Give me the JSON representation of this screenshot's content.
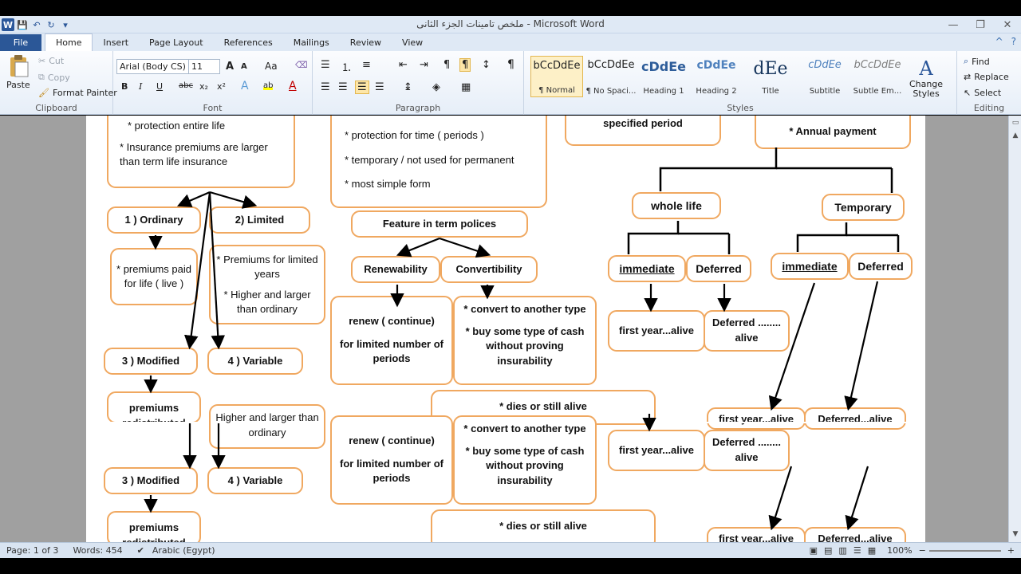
{
  "window": {
    "title": "ملخص تامينات الجزء الثانى - Microsoft Word",
    "controls": {
      "minimize": "—",
      "restore": "❐",
      "close": "✕"
    }
  },
  "quick_access": {
    "logo": "W",
    "save_icon": "💾",
    "undo_icon": "↶",
    "redo_icon": "↻",
    "customize_icon": "▾"
  },
  "tabs": [
    "File",
    "Home",
    "Insert",
    "Page Layout",
    "References",
    "Mailings",
    "Review",
    "View"
  ],
  "tab_right": {
    "caret": "^",
    "help": "?"
  },
  "ribbon": {
    "clipboard": {
      "paste": "Paste",
      "cut": "Cut",
      "copy": "Copy",
      "format_painter": "Format Painter",
      "label": "Clipboard"
    },
    "font": {
      "name": "Arial (Body CS)",
      "size": "11",
      "label": "Font",
      "grow": "A",
      "shrink": "A",
      "change_case": "Aa",
      "bold": "B",
      "italic": "I",
      "underline": "U",
      "strike": "abc",
      "subscript": "x₂",
      "superscript": "x²",
      "effects": "A",
      "highlight": "ab",
      "color": "A"
    },
    "paragraph": {
      "label": "Paragraph",
      "pilcrow": "¶"
    },
    "styles": {
      "label": "Styles",
      "items": [
        {
          "preview": "bCcDdEe",
          "name": "¶ Normal"
        },
        {
          "preview": "bCcDdEe",
          "name": "¶ No Spaci..."
        },
        {
          "preview": "cDdEe",
          "name": "Heading 1"
        },
        {
          "preview": "cDdEe",
          "name": "Heading 2"
        },
        {
          "preview": "dEe",
          "name": "Title"
        },
        {
          "preview": "cDdEe",
          "name": "Subtitle"
        },
        {
          "preview": "bCcDdEe",
          "name": "Subtle Em..."
        }
      ],
      "change": "Change Styles"
    },
    "editing": {
      "find": "Find",
      "replace": "Replace",
      "select": "Select",
      "label": "Editing"
    }
  },
  "doc": {
    "upper": {
      "whole_life": [
        "* protection entire life",
        "* Insurance premiums are larger than term life insurance"
      ],
      "ordinary": "1 ) Ordinary",
      "limited": "2) Limited",
      "ordinary_note": "* premiums paid for life ( live )",
      "limited_note1": "* Premiums for limited years",
      "limited_note2": "* Higher and larger than ordinary",
      "modified": "3 ) Modified",
      "variable": "4 ) Variable",
      "premiums_box": "premiums redistributed",
      "term_desc": [
        "* protection for time ( periods )",
        "* temporary / not used for permanent",
        "* most simple form"
      ],
      "feature": "Feature in term polices",
      "renewability": "Renewability",
      "convertibility": "Convertibility",
      "renew_note": [
        "renew ( continue)",
        "for limited number of periods"
      ],
      "convert_note": [
        "* convert to another type",
        "* buy some type of cash without proving insurability"
      ],
      "specified": "specified period",
      "annual": "* Annual payment",
      "whole_life_h": "whole life",
      "temporary": "Temporary",
      "immediate": "immediate",
      "deferred": "Deferred",
      "first_year": "first year...alive",
      "deferred_alive": "Deferred ........ alive",
      "dies": "* dies or still alive",
      "first_year_cut": "first year...alive",
      "deferred_cut": "Deferred...alive"
    },
    "lower": {
      "limited_note2": "Higher and larger than ordinary",
      "modified": "3 ) Modified",
      "variable": "4 ) Variable",
      "premiums_box": "premiums redistributed",
      "renew_note": [
        "renew ( continue)",
        "for limited number of periods"
      ],
      "convert_note": [
        "* convert to another type",
        "* buy some type of cash without proving insurability"
      ],
      "first_year": "first year...alive",
      "deferred_alive": "Deferred ........ alive",
      "dies": "* dies or still alive",
      "first_year_cut": "first year...alive",
      "deferred_cut": "Deferred...alive"
    }
  },
  "status": {
    "page": "Page: 1 of 3",
    "words": "Words: 454",
    "language": "Arabic (Egypt)",
    "zoom": "100%",
    "minus": "−",
    "plus": "+"
  }
}
